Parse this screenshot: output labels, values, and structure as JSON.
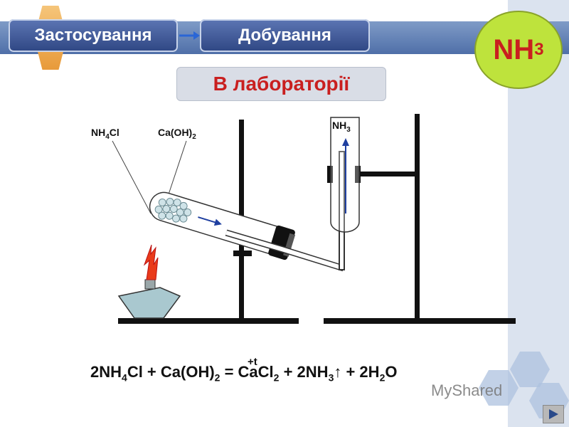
{
  "nav": {
    "button1_label": "Застосування",
    "button2_label": "Добування"
  },
  "badge": {
    "formula_base": "NH",
    "formula_sub": "3"
  },
  "section_label": "В лабораторії",
  "apparatus": {
    "label_reagent1_base": "NH",
    "label_reagent1_sub": "4",
    "label_reagent1_tail": "Cl",
    "label_reagent2_base": "Ca(OH)",
    "label_reagent2_sub": "2",
    "label_product_base": "NH",
    "label_product_sub": "3"
  },
  "equation": {
    "condition": "+t",
    "part1": "2NH",
    "sub1": "4",
    "part2": "Cl + Ca(OH)",
    "sub2": "2",
    "part3": " = CaCl",
    "sub3": "2",
    "part4": " + 2NH",
    "sub4": "3",
    "part5": "↑ + 2H",
    "sub5": "2",
    "part6": "O"
  },
  "watermark": "MyShared",
  "colors": {
    "accent_red": "#c91f1f",
    "badge_green": "#bee33c",
    "nav_blue": "#2e4683",
    "arrow_blue": "#1f3fa0"
  }
}
